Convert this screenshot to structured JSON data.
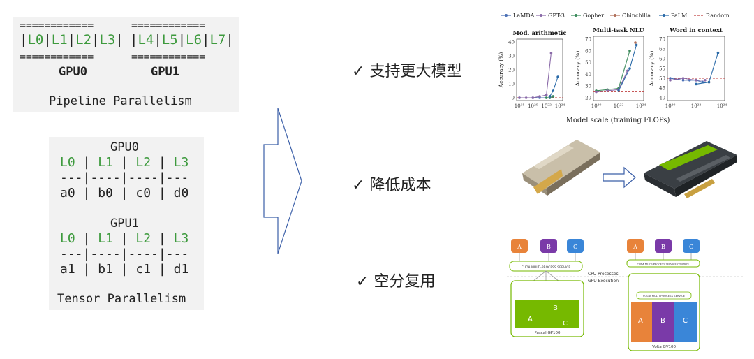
{
  "pipeline": {
    "caption": "Pipeline Parallelism",
    "sep_left": "============",
    "sep_right": "============",
    "layers_gpu0": [
      "L0",
      "L1",
      "L2",
      "L3"
    ],
    "layers_gpu1": [
      "L4",
      "L5",
      "L6",
      "L7"
    ],
    "gpu0": "GPU0",
    "gpu1": "GPU1"
  },
  "tensor": {
    "caption": "Tensor Parallelism",
    "gpus": [
      {
        "name": "GPU0",
        "layers": [
          "L0",
          "L1",
          "L2",
          "L3"
        ],
        "rule": "---|----|----|---",
        "values": [
          "a0",
          "b0",
          "c0",
          "d0"
        ]
      },
      {
        "name": "GPU1",
        "layers": [
          "L0",
          "L1",
          "L2",
          "L3"
        ],
        "rule": "---|----|----|---",
        "values": [
          "a1",
          "b1",
          "c1",
          "d1"
        ]
      }
    ]
  },
  "benefits": [
    {
      "check": "✓",
      "label": "支持更大模型"
    },
    {
      "check": "✓",
      "label": "降低成本"
    },
    {
      "check": "✓",
      "label": "空分复用"
    }
  ],
  "chart_data": [
    {
      "type": "line",
      "title": "Mod. arithmetic",
      "ylabel": "Accuracy (%)",
      "x_ticks": [
        "10¹⁸",
        "10²⁰",
        "10²²",
        "10²⁴"
      ],
      "y_ticks": [
        "0",
        "10",
        "20",
        "30",
        "40"
      ],
      "ylim": [
        0,
        40
      ],
      "series": [
        {
          "name": "LaMDA",
          "x": [
            18,
            20,
            21,
            22,
            22.5,
            23
          ],
          "values": [
            0,
            0,
            0,
            0,
            0,
            1
          ]
        },
        {
          "name": "GPT-3",
          "x": [
            18,
            19,
            20,
            21,
            22,
            22.7
          ],
          "values": [
            0,
            0,
            0,
            1,
            2,
            32
          ]
        },
        {
          "name": "Gopher",
          "x": [
            22,
            22.5,
            23
          ],
          "values": [
            0,
            0,
            1
          ]
        },
        {
          "name": "Chinchilla",
          "x": [
            22.5
          ],
          "values": [
            1
          ]
        },
        {
          "name": "PaLM",
          "x": [
            22.5,
            23,
            23.7
          ],
          "values": [
            1,
            5,
            15
          ]
        }
      ]
    },
    {
      "type": "line",
      "title": "Multi-task NLU",
      "ylabel": "Accuracy (%)",
      "x_ticks": [
        "10²⁰",
        "10²²",
        "10²⁴"
      ],
      "y_ticks": [
        "20",
        "30",
        "40",
        "50",
        "60",
        "70"
      ],
      "ylim": [
        20,
        70
      ],
      "series": [
        {
          "name": "Gopher",
          "x": [
            20,
            21,
            22,
            23
          ],
          "values": [
            26,
            27,
            28,
            60
          ]
        },
        {
          "name": "Chinchilla",
          "x": [
            23.5
          ],
          "values": [
            67
          ]
        },
        {
          "name": "GPT-3",
          "x": [
            20,
            21,
            22,
            22.8
          ],
          "values": [
            25,
            26,
            27,
            43
          ]
        },
        {
          "name": "PaLM",
          "x": [
            22,
            23,
            23.6
          ],
          "values": [
            26,
            45,
            65
          ]
        }
      ]
    },
    {
      "type": "line",
      "title": "Word in context",
      "ylabel": "Accuracy (%)",
      "x_ticks": [
        "10²⁰",
        "10²²",
        "10²⁴"
      ],
      "y_ticks": [
        "40",
        "45",
        "50",
        "55",
        "60",
        "65",
        "70"
      ],
      "ylim": [
        40,
        70
      ],
      "series": [
        {
          "name": "LaMDA",
          "x": [
            20,
            21,
            21.5,
            22,
            22.5
          ],
          "values": [
            50,
            49,
            49,
            49,
            48
          ]
        },
        {
          "name": "GPT-3",
          "x": [
            20,
            21,
            22,
            22.7
          ],
          "values": [
            49,
            50,
            49,
            49
          ]
        },
        {
          "name": "Chinchilla",
          "x": [
            23
          ],
          "values": [
            48
          ]
        },
        {
          "name": "PaLM",
          "x": [
            22,
            23,
            23.7
          ],
          "values": [
            47,
            48,
            63
          ]
        }
      ]
    }
  ],
  "chart_meta": {
    "legend": [
      "LaMDA",
      "GPT-3",
      "Gopher",
      "Chinchilla",
      "PaLM",
      "Random"
    ],
    "colors": [
      "#4a6fb5",
      "#8a6aa8",
      "#3a8a5a",
      "#b0705a",
      "#2a6aa8",
      "#c04040"
    ],
    "xlabel": "Model scale (training FLOPs)"
  },
  "mps": {
    "client_a": "A",
    "client_b": "B",
    "client_c": "C",
    "left_server": "CUDA MULTI-PROCESS SERVICE",
    "right_server": "CUDA MULTI-PROCESS SERVICE CONTROL",
    "right_inner": "VOLTA MULTI-PROCESS SERVICE",
    "cpu_label": "CPU Processes",
    "gpu_label": "GPU Execution",
    "left_gpu": "Pascal GP100",
    "right_gpu": "Volta GV100",
    "color_a": "#e8833a",
    "color_b": "#7a3aa8",
    "color_c": "#3a86d8",
    "color_green": "#76b900"
  }
}
